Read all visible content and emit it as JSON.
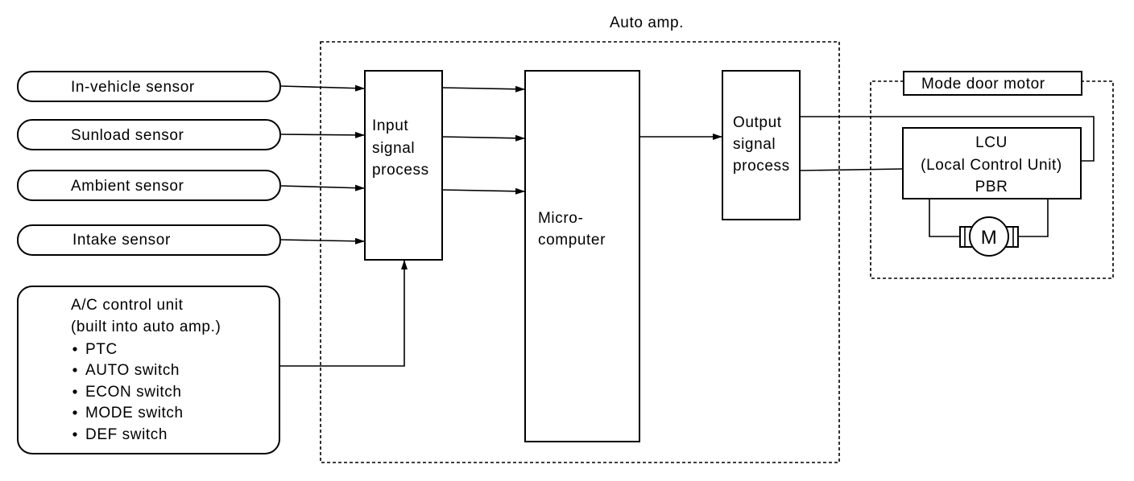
{
  "auto_amp_label": "Auto amp.",
  "sensors": [
    {
      "label": "In-vehicle sensor"
    },
    {
      "label": "Sunload sensor"
    },
    {
      "label": "Ambient sensor"
    },
    {
      "label": "Intake sensor"
    }
  ],
  "ac_control_unit": {
    "title_line1": "A/C control unit",
    "title_line2": "(built into auto amp.)",
    "items": [
      "PTC",
      "AUTO switch",
      "ECON switch",
      "MODE switch",
      "DEF switch"
    ]
  },
  "input_signal_process": {
    "line1": "Input",
    "line2": "signal",
    "line3": "process"
  },
  "microcomputer": {
    "line1": "Micro-",
    "line2": "computer"
  },
  "output_signal_process": {
    "line1": "Output",
    "line2": "signal",
    "line3": "process"
  },
  "mode_door_motor": {
    "label": "Mode door motor",
    "lcu_line1": "LCU",
    "lcu_line2": "(Local Control Unit)",
    "lcu_line3": "PBR",
    "motor_symbol": "M"
  }
}
